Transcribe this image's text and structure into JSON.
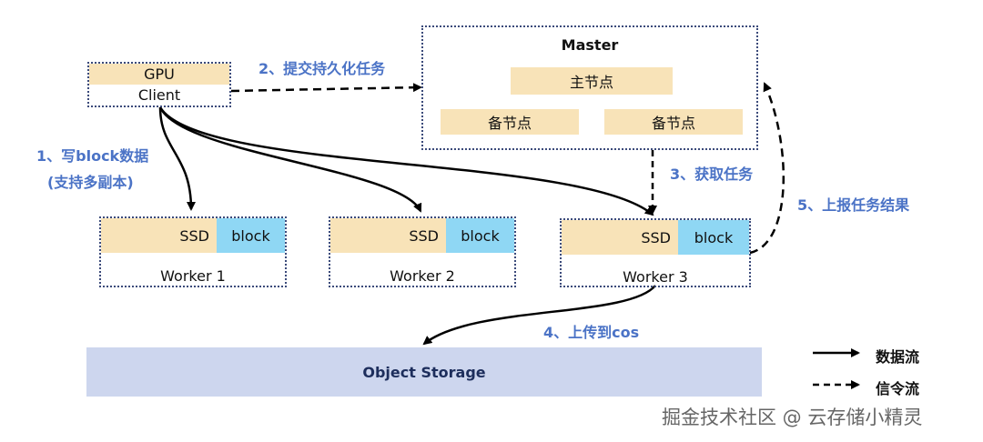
{
  "client": {
    "top_label": "GPU",
    "bottom_label": "Client"
  },
  "master": {
    "title": "Master",
    "primary_node": "主节点",
    "standby_node_1": "备节点",
    "standby_node_2": "备节点"
  },
  "workers": [
    {
      "ssd": "SSD",
      "block": "block",
      "name": "Worker 1"
    },
    {
      "ssd": "SSD",
      "block": "block",
      "name": "Worker 2"
    },
    {
      "ssd": "SSD",
      "block": "block",
      "name": "Worker 3"
    }
  ],
  "storage": {
    "label": "Object Storage"
  },
  "steps": {
    "step1_line1": "1、写block数据",
    "step1_line2": "(支持多副本)",
    "step2": "2、提交持久化任务",
    "step3": "3、获取任务",
    "step4": "4、上传到cos",
    "step5": "5、上报任务结果"
  },
  "legend": {
    "data_flow": "数据流",
    "signal_flow": "信令流"
  },
  "watermark": "掘金技术社区 @ 云存储小精灵",
  "colors": {
    "tan": "#f8e3b8",
    "cyan": "#8fd7f4",
    "storage": "#cdd6ee",
    "border": "#3b4a7a",
    "step_text": "#4b73c6"
  }
}
